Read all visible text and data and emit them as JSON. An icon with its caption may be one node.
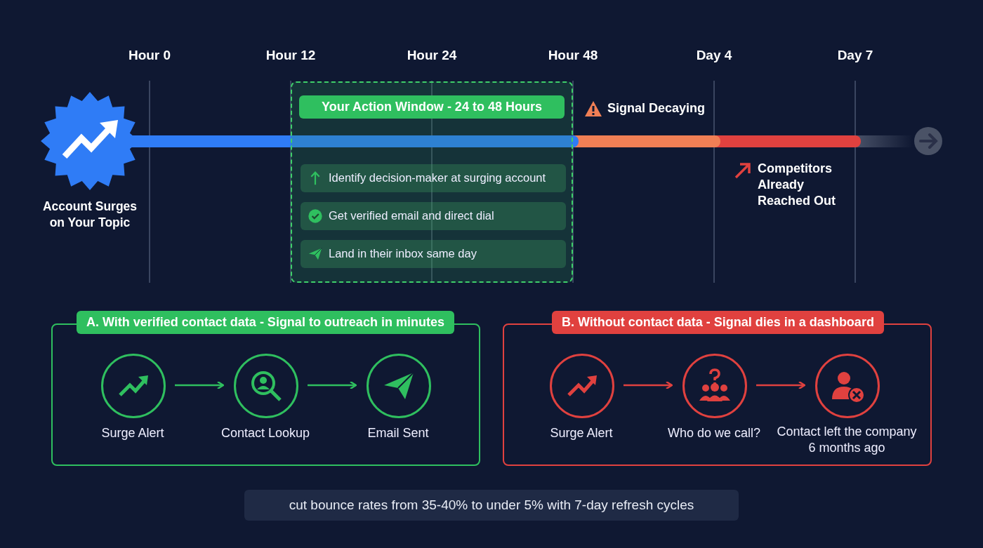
{
  "diagram": {
    "nodes": [
      {
        "text": [
          "Your Action Window - 24 to 48 Hours"
        ]
      },
      {
        "text": [
          "Identify decision-maker at surging account"
        ],
        "in": 0
      },
      {
        "text": [
          "Get verified email and direct dial"
        ],
        "in": 0
      },
      {
        "text": [
          "Land in their inbox same day"
        ],
        "in": 0
      },
      {
        "text": [
          "A. With verified contact data - Signal to outreach in minutes"
        ]
      },
      {
        "text": [],
        "shape": "circle",
        "beside": [
          "Surge Alert"
        ],
        "in": 4
      },
      {
        "text": [],
        "shape": "circle",
        "beside": [
          "Contact Lookup"
        ],
        "in": 4
      },
      {
        "text": [],
        "shape": "circle",
        "beside": [
          "Email Sent"
        ],
        "in": 4
      },
      {
        "text": [
          "B. Without contact data - Signal dies in a dashboard"
        ]
      },
      {
        "text": [],
        "shape": "circle",
        "beside": [
          "Surge Alert"
        ],
        "in": 8
      },
      {
        "text": [],
        "shape": "circle",
        "beside": [
          "Who do we call?"
        ],
        "in": 8
      },
      {
        "text": [],
        "shape": "circle",
        "beside": [
          "Contact left the company 6 months ago"
        ],
        "in": 8
      }
    ],
    "edges": [
      {
        "from": 5,
        "to": 6,
        "arrow": "to",
        "color": "#2fbf5f"
      },
      {
        "from": 6,
        "to": 7,
        "arrow": "to",
        "color": "#2fbf5f"
      },
      {
        "from": 9,
        "to": 10,
        "arrow": "to",
        "color": "#e0413f"
      },
      {
        "from": 10,
        "to": 11,
        "arrow": "to",
        "color": "#e0413f"
      }
    ],
    "labels": [
      "Hour 0",
      "Hour 12",
      "Hour 24",
      "Hour 48",
      "Day 4",
      "Day 7",
      "Signal Decaying",
      "Account Surges on Your Topic",
      "Competitors Already Reached Out",
      "cut bounce rates from 35-40% to under 5% with 7-day refresh cycles"
    ]
  }
}
